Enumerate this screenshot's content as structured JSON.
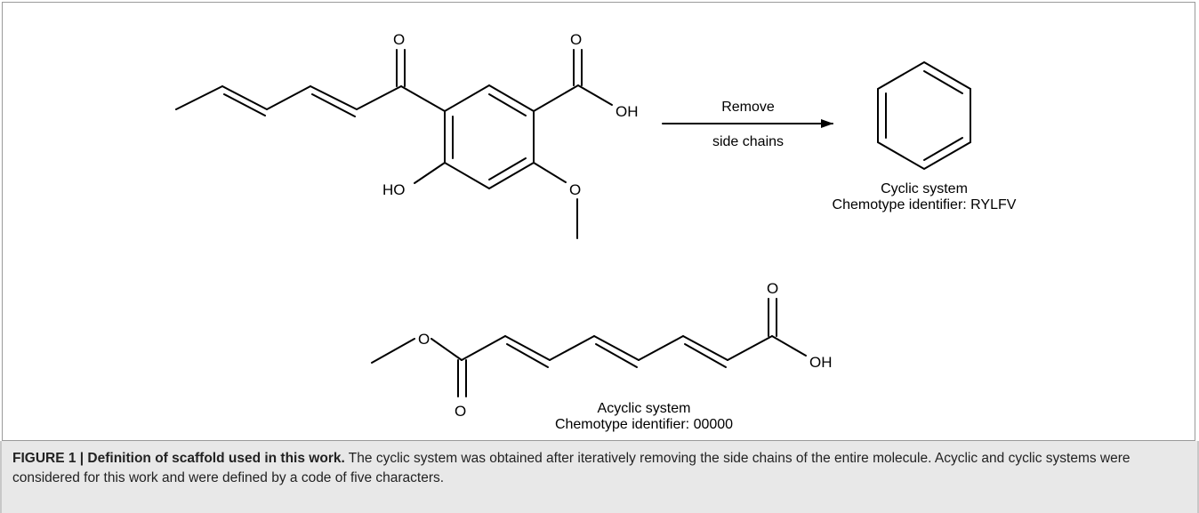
{
  "reaction": {
    "arrow_label_top": "Remove",
    "arrow_label_bottom": "side chains"
  },
  "molecule_top": {
    "atoms": {
      "o_ketone": "O",
      "o_acid": "O",
      "oh_acid": "OH",
      "ho_phenol": "HO",
      "o_methoxy": "O"
    }
  },
  "product_cyclic": {
    "name": "Cyclic system",
    "identifier": "Chemotype identifier: RYLFV"
  },
  "molecule_bottom": {
    "atoms": {
      "o_ester": "O",
      "o_ester_carbonyl": "O",
      "o_acid": "O",
      "oh_acid": "OH"
    },
    "name": "Acyclic system",
    "identifier": "Chemotype identifier: 00000"
  },
  "caption": {
    "label": "FIGURE 1 | Definition of scaffold used in this work.",
    "text": " The cyclic system was obtained after iteratively removing the side chains of the entire molecule. Acyclic and cyclic systems were considered for this work and were defined by a code of five characters."
  }
}
